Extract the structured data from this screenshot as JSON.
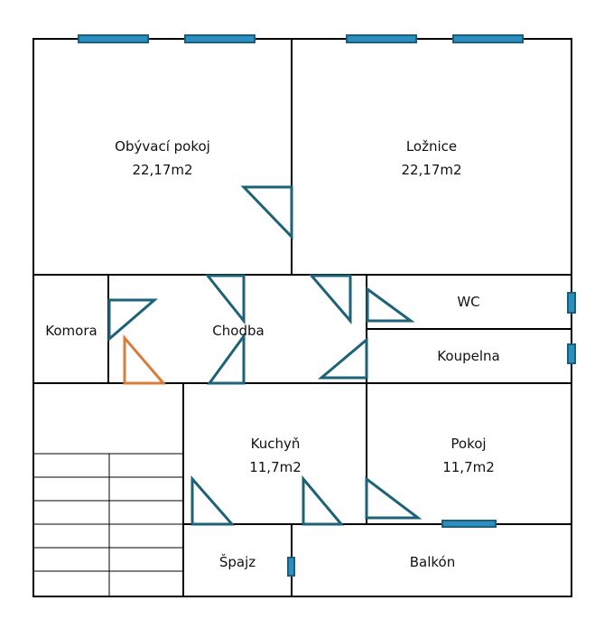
{
  "rooms": {
    "obyvaci": {
      "name": "Obývací pokoj",
      "area": "22,17m2"
    },
    "loznice": {
      "name": "Ložnice",
      "area": "22,17m2"
    },
    "komora": {
      "name": "Komora"
    },
    "chodba": {
      "name": "Chodba"
    },
    "wc": {
      "name": "WC"
    },
    "koupelna": {
      "name": "Koupelna"
    },
    "kuchyn": {
      "name": "Kuchyň",
      "area": "11,7m2"
    },
    "pokoj": {
      "name": "Pokoj",
      "area": "11,7m2"
    },
    "spajz": {
      "name": "Špajz"
    },
    "balkon": {
      "name": "Balkón"
    }
  },
  "colors": {
    "wall": "#000000",
    "door": "#1e6277",
    "door_highlight": "#d97c3a",
    "window_fill": "#2d8fbd",
    "window_stroke": "#1a5f7c"
  },
  "icons": {
    "door": "door-swing-triangle",
    "window": "window-bar",
    "stairs": "staircase"
  }
}
